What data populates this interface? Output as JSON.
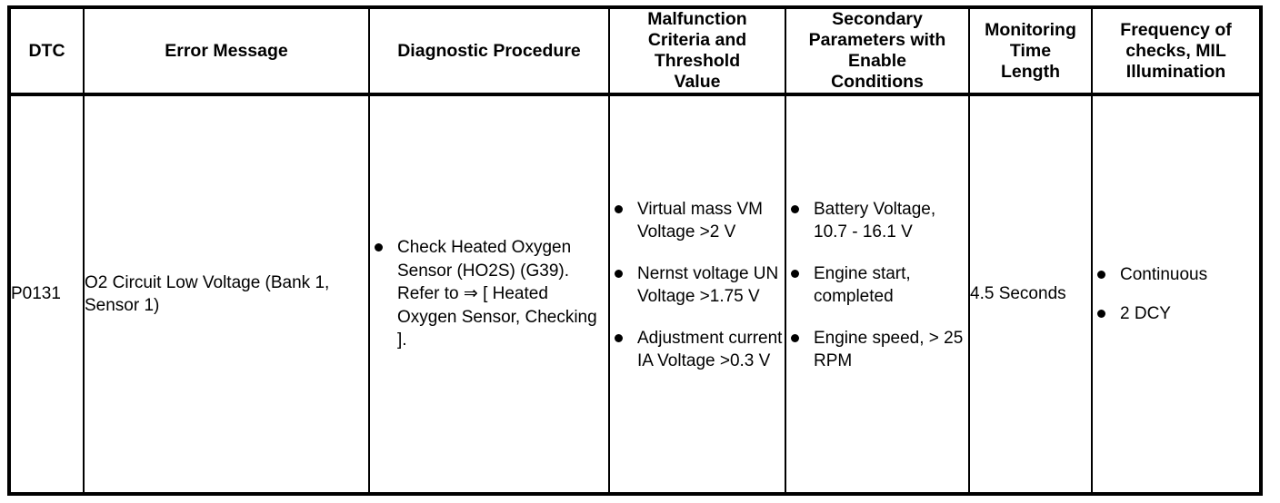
{
  "table": {
    "headers": [
      {
        "id": "dtc",
        "label": "DTC",
        "lines": [
          "DTC"
        ]
      },
      {
        "id": "error",
        "label": "Error Message",
        "lines": [
          "Error Message"
        ]
      },
      {
        "id": "diagnostic",
        "label": "Diagnostic Procedure",
        "lines": [
          "Diagnostic Procedure"
        ]
      },
      {
        "id": "malfunction",
        "label": "Malfunction Criteria and Threshold Value",
        "lines": [
          "Malfunction",
          "Criteria and",
          "Threshold",
          "Value"
        ]
      },
      {
        "id": "secondary",
        "label": "Secondary Parameters with Enable Conditions",
        "lines": [
          "Secondary",
          "Parameters with",
          "Enable",
          "Conditions"
        ]
      },
      {
        "id": "monitoring",
        "label": "Monitoring Time Length",
        "lines": [
          "Monitoring",
          "Time",
          "Length"
        ]
      },
      {
        "id": "frequency",
        "label": "Frequency of checks, MIL Illumination",
        "lines": [
          "Frequency of",
          "checks, MIL",
          "Illumination"
        ]
      }
    ],
    "rows": [
      {
        "dtc": "P0131",
        "error_message": "O2 Circuit Low Voltage (Bank 1, Sensor 1)",
        "diagnostic_procedure": [
          "Check Heated Oxygen Sensor (HO2S) (G39). Refer to ⇒ [ Heated Oxygen Sensor, Checking ]."
        ],
        "malfunction_criteria": [
          "Virtual mass VM Voltage >2 V",
          "Nernst voltage UN Voltage >1.75 V",
          "Adjustment current IA Voltage >0.3 V"
        ],
        "secondary_parameters": [
          "Battery Voltage, 10.7 - 16.1 V",
          "Engine start, completed",
          "Engine speed, > 25 RPM"
        ],
        "monitoring_time": "4.5 Seconds",
        "frequency_mil": [
          "Continuous",
          "2 DCY"
        ]
      }
    ]
  },
  "colors": {
    "border": "#000000",
    "text": "#000000",
    "background": "#ffffff"
  }
}
